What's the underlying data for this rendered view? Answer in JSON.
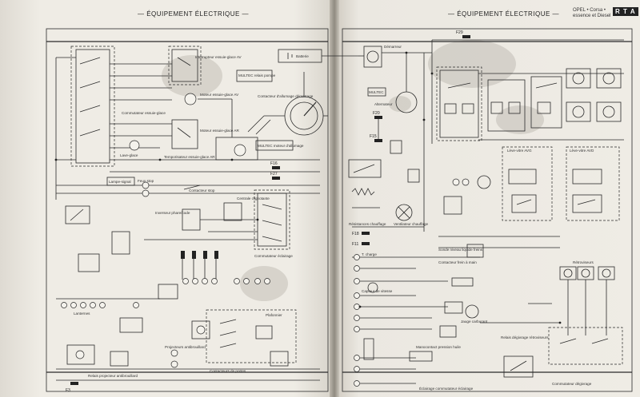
{
  "header": {
    "left_title": "— ÉQUIPEMENT ÉLECTRIQUE —",
    "right_title": "— ÉQUIPEMENT ÉLECTRIQUE —",
    "brand_line1": "OPEL • Corsa •",
    "brand_line2": "essence et Diesel",
    "brand_badge": "R T A"
  },
  "labels": {
    "lave_glace": "Lave-glace",
    "interrupteur_essuie_glace": "Interrupteur essuie-glace AV",
    "moteur_essuie_glace": "Moteur essuie-glace AV",
    "commutateur_essuie_glace": "Commutateur essuie-glace",
    "moteur_essuie_glace_ar": "Moteur essuie-glace AR",
    "temporisateur": "Temporisateur essuie-glace AR",
    "batterie": "Batterie",
    "multec_relais": "MULTEC relais pompe",
    "contacteur_allumage": "Contacteur d'allumage démarrage",
    "multec_moteur": "MULTEC moteur d'allumage",
    "demarreur": "Démarreur",
    "multec_right": "MULTEC",
    "alternateur": "Alternateur",
    "resistances": "Résistances chauffage",
    "ventilateur": "Ventilateur chauffage",
    "feux_stop": "Feux stop",
    "contacteur_stop": "Contacteur stop",
    "inverseur": "Inverseur phare/code",
    "centrale": "Centrale clignotante",
    "commodo": "Commutateur éclairage",
    "lanternes": "Lanternes",
    "lampe_signal": "Lampe-signal",
    "projecteurs": "Projecteurs antibrouillard",
    "contacteurs_portes": "Contacteurs de portes",
    "plafonnier": "Plafonnier",
    "relais_projecteur": "Relais projecteur antibrouillard",
    "temoin_charge": "T. charge",
    "temoin_frein": "Contacteur frein à main",
    "sonde_niveau": "Sonde niveau liquide freins",
    "capteur_vitesse": "Capteur de vitesse",
    "jauge": "Jauge carburant",
    "manocontact": "Manocontact pression huile",
    "eclairage_cde": "Éclairage commutateur éclairage",
    "leve_vitre_avg": "Lève-vitre AVG",
    "leve_vitre_avd": "Lève-vitre AVD",
    "retroviseurs": "Rétroviseurs",
    "relais_degivrage": "Relais dégivrage rétroviseurs",
    "commutateur_degivrage": "Commutateur dégivrage",
    "fusible_f29": "F29",
    "fusible_f16": "F16",
    "fusible_f27": "F27",
    "fusible_f15": "F15",
    "fusible_f20": "F20",
    "fusible_f18": "F18",
    "fusible_f11": "F11",
    "fusible_f3": "F3"
  }
}
